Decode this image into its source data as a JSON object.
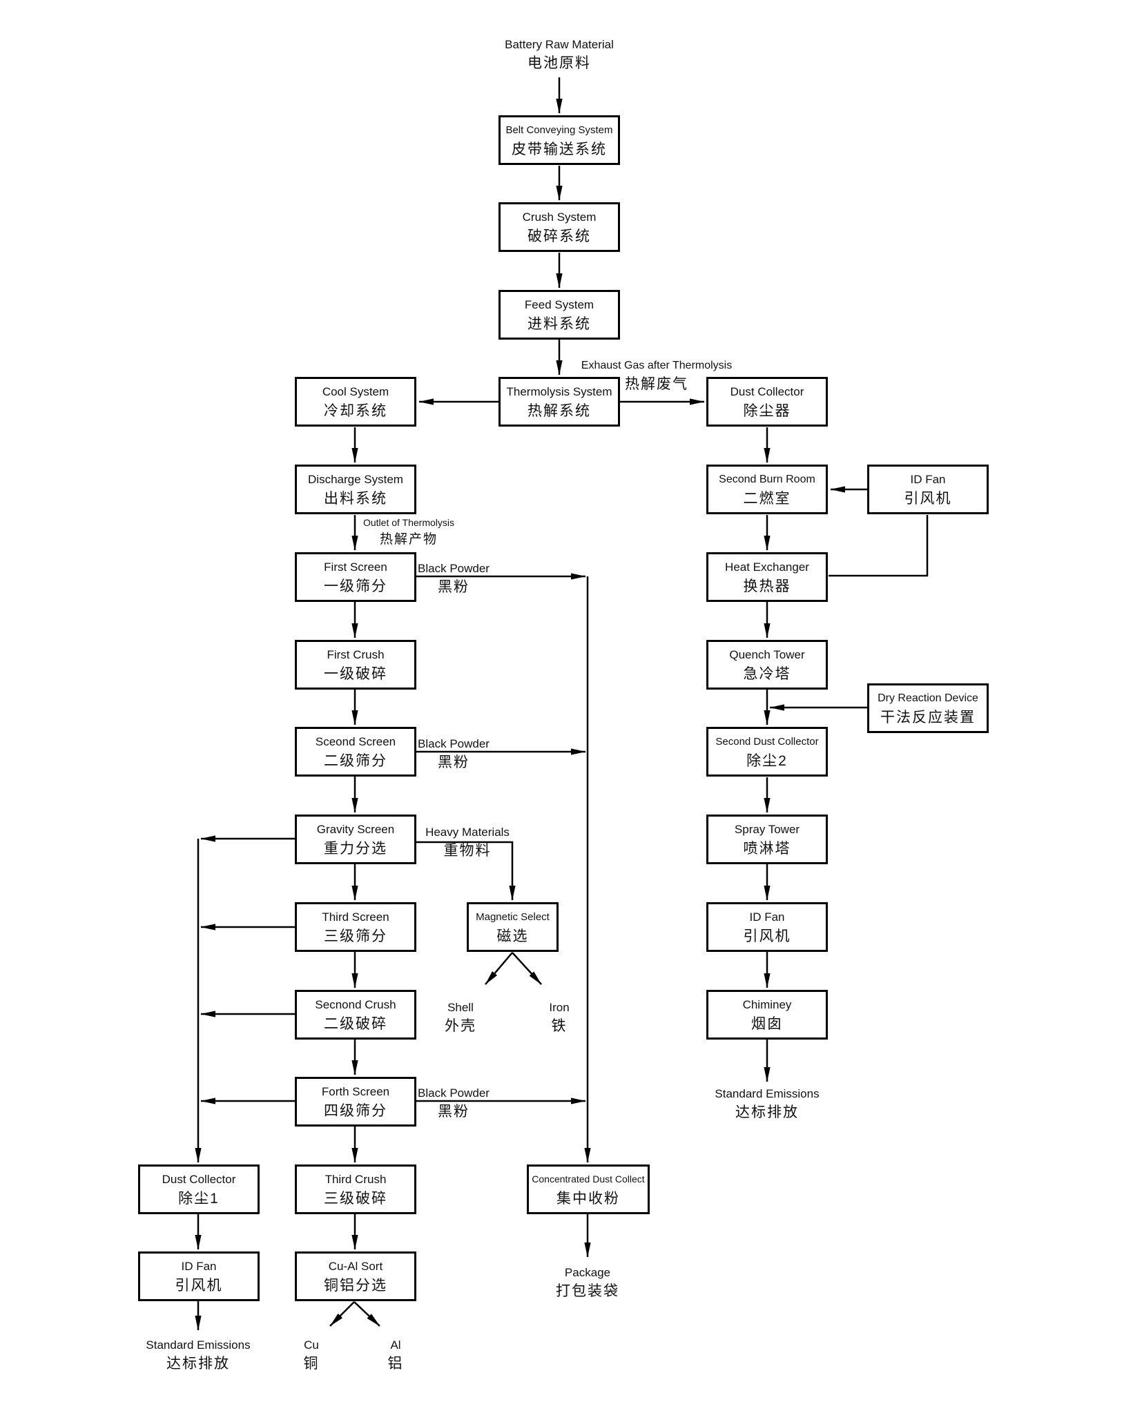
{
  "title": "Battery raw material thermolysis recycling process flow diagram",
  "colors": {
    "line": "#000000",
    "box_bg": "#ffffff",
    "page_bg": "#ffffff",
    "text": "#111111"
  },
  "nodes": {
    "battery": {
      "en": "Battery Raw Material",
      "zh": "电池原料"
    },
    "belt": {
      "en": "Belt Conveying System",
      "zh": "皮带输送系统"
    },
    "crush": {
      "en": "Crush System",
      "zh": "破碎系统"
    },
    "feed": {
      "en": "Feed System",
      "zh": "进料系统"
    },
    "thermolysis": {
      "en": "Thermolysis System",
      "zh": "热解系统"
    },
    "cool": {
      "en": "Cool System",
      "zh": "冷却系统"
    },
    "dust_collector": {
      "en": "Dust Collector",
      "zh": "除尘器"
    },
    "discharge": {
      "en": "Discharge System",
      "zh": "出料系统"
    },
    "second_burn": {
      "en": "Second Burn Room",
      "zh": "二燃室"
    },
    "id_fan_top": {
      "en": "ID Fan",
      "zh": "引风机"
    },
    "first_screen": {
      "en": "First Screen",
      "zh": "一级筛分"
    },
    "heat_exchanger": {
      "en": "Heat Exchanger",
      "zh": "换热器"
    },
    "first_crush": {
      "en": "First Crush",
      "zh": "一级破碎"
    },
    "quench": {
      "en": "Quench Tower",
      "zh": "急冷塔"
    },
    "dry_reaction": {
      "en": "Dry Reaction Device",
      "zh": "干法反应装置"
    },
    "second_screen": {
      "en": "Sceond Screen",
      "zh": "二级筛分"
    },
    "second_dust": {
      "en": "Second Dust Collector",
      "zh": "除尘2"
    },
    "gravity": {
      "en": "Gravity Screen",
      "zh": "重力分选"
    },
    "spray": {
      "en": "Spray Tower",
      "zh": "喷淋塔"
    },
    "third_screen": {
      "en": "Third Screen",
      "zh": "三级筛分"
    },
    "magnetic": {
      "en": "Magnetic Select",
      "zh": "磁选"
    },
    "id_fan_right": {
      "en": "ID Fan",
      "zh": "引风机"
    },
    "second_crush": {
      "en": "Secnond Crush",
      "zh": "二级破碎"
    },
    "chiminey": {
      "en": "Chiminey",
      "zh": "烟囱"
    },
    "forth_screen": {
      "en": "Forth Screen",
      "zh": "四级筛分"
    },
    "dust_collector_1": {
      "en": "Dust Collector",
      "zh": "除尘1"
    },
    "third_crush": {
      "en": "Third Crush",
      "zh": "三级破碎"
    },
    "concentrated": {
      "en": "Concentrated Dust Collect",
      "zh": "集中收粉"
    },
    "id_fan_left": {
      "en": "ID Fan",
      "zh": "引风机"
    },
    "cu_al": {
      "en": "Cu-Al Sort",
      "zh": "铜铝分选"
    }
  },
  "labels": {
    "exhaust": {
      "en": "Exhaust Gas after Thermolysis",
      "zh": "热解废气"
    },
    "outlet": {
      "en": "Outlet of Thermolysis",
      "zh": "热解产物"
    },
    "black_powder_first": {
      "en": "Black Powder",
      "zh": "黑粉"
    },
    "black_powder_second": {
      "en": "Black Powder",
      "zh": "黑粉"
    },
    "black_powder_forth": {
      "en": "Black Powder",
      "zh": "黑粉"
    },
    "heavy": {
      "en": "Heavy Materials",
      "zh": "重物料"
    }
  },
  "terminals": {
    "shell": {
      "en": "Shell",
      "zh": "外壳"
    },
    "iron": {
      "en": "Iron",
      "zh": "铁"
    },
    "package": {
      "en": "Package",
      "zh": "打包装袋"
    },
    "cu": {
      "en": "Cu",
      "zh": "铜"
    },
    "al": {
      "en": "Al",
      "zh": "铝"
    },
    "standard_left": {
      "en": "Standard Emissions",
      "zh": "达标排放"
    },
    "standard_right": {
      "en": "Standard Emissions",
      "zh": "达标排放"
    }
  }
}
